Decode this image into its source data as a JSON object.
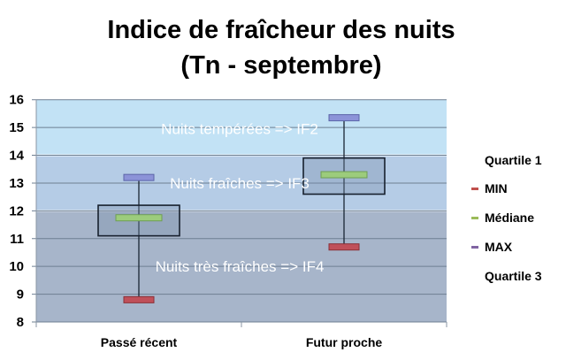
{
  "chart_data": {
    "type": "box",
    "title": [
      "Indice de fraîcheur des nuits",
      "(Tn - septembre)"
    ],
    "xlabel": "",
    "ylabel": "",
    "ylim": [
      8,
      16
    ],
    "yticks": [
      8,
      9,
      10,
      11,
      12,
      13,
      14,
      15,
      16
    ],
    "grid": true,
    "categories": [
      "Passé récent",
      "Futur proche"
    ],
    "series": [
      {
        "name": "MIN",
        "values": [
          8.8,
          10.7
        ],
        "color": "#c0504d"
      },
      {
        "name": "Médiane",
        "values": [
          11.75,
          13.3
        ],
        "color": "#9bbb59"
      },
      {
        "name": "MAX",
        "values": [
          13.2,
          15.35
        ],
        "color": "#8064a2"
      },
      {
        "name": "Quartile 1",
        "values": [
          11.1,
          12.6
        ]
      },
      {
        "name": "Quartile 3",
        "values": [
          12.2,
          13.9
        ]
      }
    ],
    "bands": [
      {
        "from": 14,
        "to": 16,
        "label": "Nuits tempérées => IF2",
        "color": "#c2e2f5"
      },
      {
        "from": 12,
        "to": 14,
        "label": "Nuits fraîches => IF3",
        "color": "#b5cce6"
      },
      {
        "from": 8,
        "to": 12,
        "label": "Nuits très fraîches => IF4",
        "color": "#a7b5ca"
      }
    ],
    "band_label_values": [
      14.95,
      13.0,
      10.0
    ],
    "legend": {
      "position": "right",
      "items": [
        "Quartile 1",
        "MIN",
        "Médiane",
        "MAX",
        "Quartile 3"
      ]
    }
  }
}
